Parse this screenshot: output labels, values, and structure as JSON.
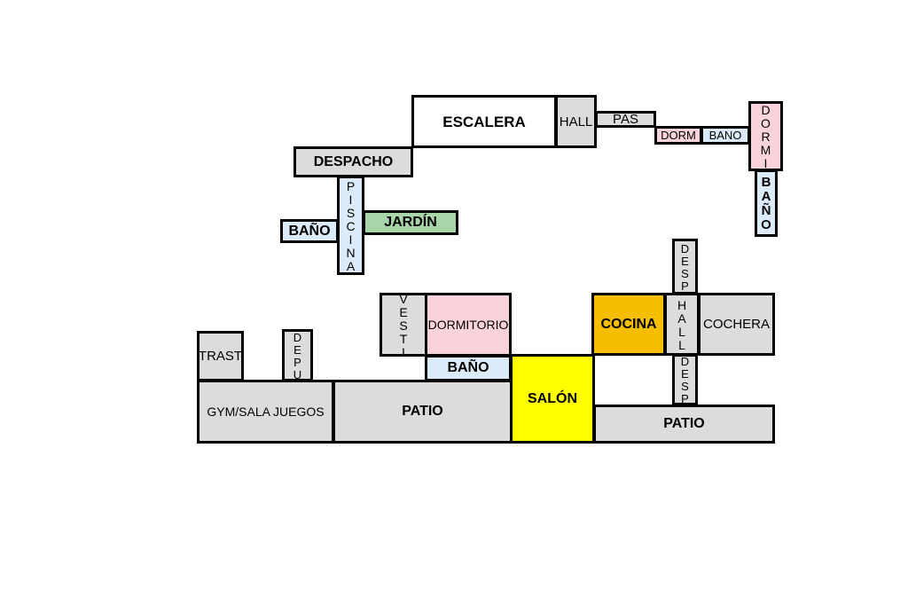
{
  "floorplan": {
    "upper": {
      "escalera": "ESCALERA",
      "hall": "HALL",
      "pas": "PAS",
      "dorm": "DORM",
      "bano": "BANO",
      "dormi": "DORMI",
      "bano_v": "BAÑO",
      "despacho": "DESPACHO",
      "piscina": "PISCINA",
      "jardin": "JARDÍN",
      "bano_left": "BAÑO"
    },
    "lower": {
      "trast": "TRAST",
      "depu": "DEPU",
      "vesti": "VESTI",
      "dormitorio": "DORMITORIO",
      "bano": "BAÑO",
      "gym": "GYM/SALA JUEGOS",
      "patio_left": "PATIO",
      "salon": "SALÓN",
      "cocina": "COCINA",
      "desp_top": "DESP",
      "hall": "HALL",
      "desp_bottom": "DESP",
      "cochera": "COCHERA",
      "patio_right": "PATIO"
    },
    "colors": {
      "room_gray": "#dcdcdc",
      "bedroom_pink": "#f9d3db",
      "bath_blue": "#dcebf9",
      "garden_green": "#a8d6a9",
      "salon_yellow": "#ffff00",
      "kitchen_orange": "#f5be00"
    }
  }
}
